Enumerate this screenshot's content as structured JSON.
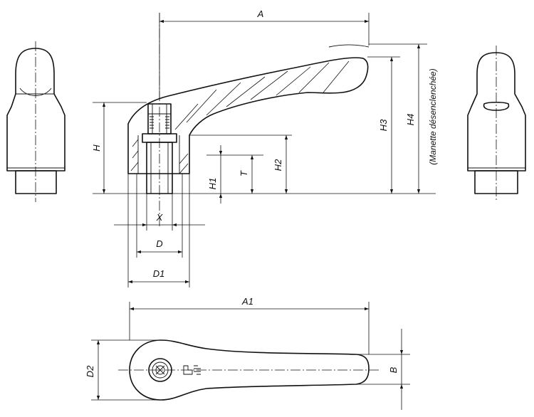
{
  "labels": {
    "A": "A",
    "A1": "A1",
    "H": "H",
    "H1": "H1",
    "H2": "H2",
    "H3": "H3",
    "H4": "H4",
    "T": "T",
    "X": "X",
    "D": "D",
    "D1": "D1",
    "D2": "D2",
    "B": "B",
    "release_note": "(Manette désenclenchée)"
  }
}
